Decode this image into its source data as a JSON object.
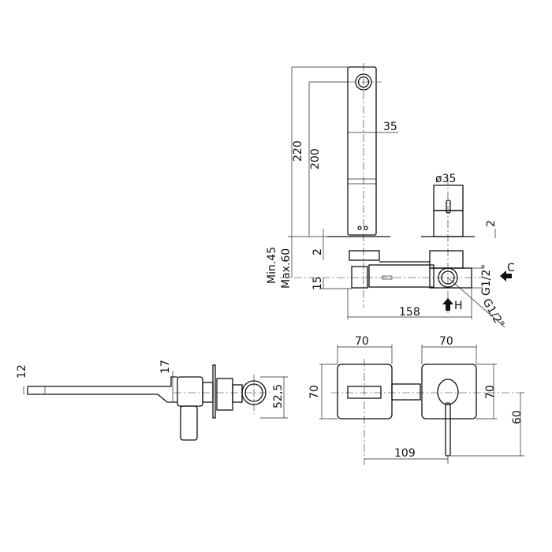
{
  "drawing_color": "#111111",
  "top_view": {
    "dim_220": "220",
    "dim_200": "200",
    "dim_35": "35",
    "dim_d35": "ø35",
    "dim_2_right": "2",
    "dim_2_left": "2",
    "dim_min45": "Min.45",
    "dim_max60": "Max.60",
    "dim_15": "15",
    "dim_158": "158",
    "label_c": "C",
    "label_h": "H",
    "thread_c": "G1/2\"",
    "thread_h": "G1/2\""
  },
  "side_view": {
    "dim_12": "12",
    "dim_17": "17",
    "dim_52_5": "52,5"
  },
  "front_view": {
    "dim_70_top_left": "70",
    "dim_70_top_right": "70",
    "dim_70_left": "70",
    "dim_70_right": "70",
    "dim_60": "60",
    "dim_109": "109"
  }
}
